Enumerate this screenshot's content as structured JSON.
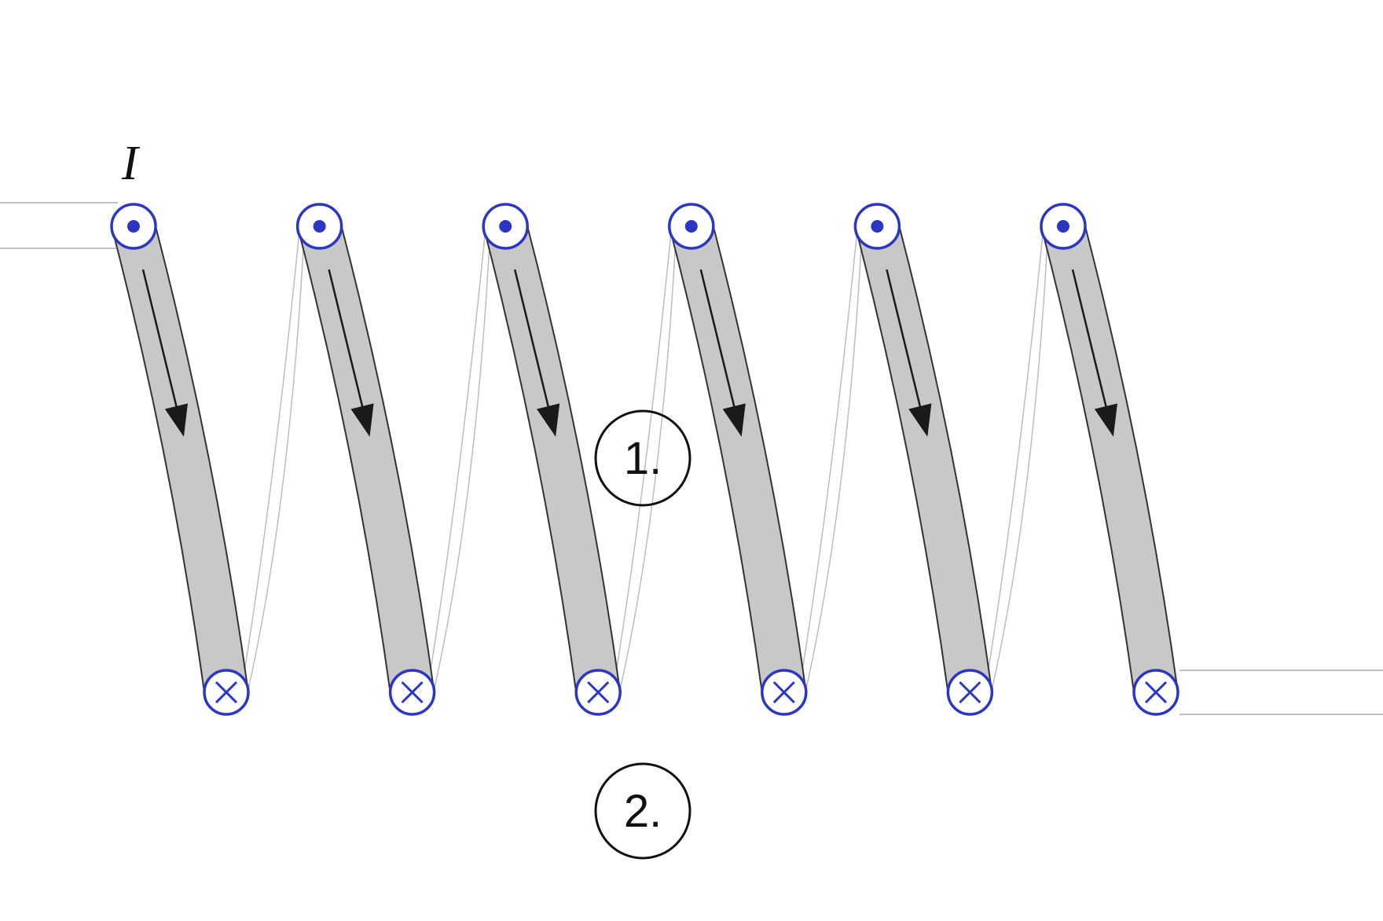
{
  "current_label": "I",
  "region_labels": [
    "1.",
    "2."
  ],
  "turn_count": 6,
  "symbols": {
    "top": "current-out-of-page-icon",
    "bottom": "current-into-page-icon"
  },
  "colors": {
    "wire_fill": "#c8c8c8",
    "wire_outline": "#333333",
    "back_wire": "#bdbdbd",
    "symbol_stroke": "#2b36c4",
    "symbol_fill": "#ffffff",
    "arrow": "#1a1a1a",
    "lead_wire": "#c0c0c0",
    "label": "#111111"
  }
}
